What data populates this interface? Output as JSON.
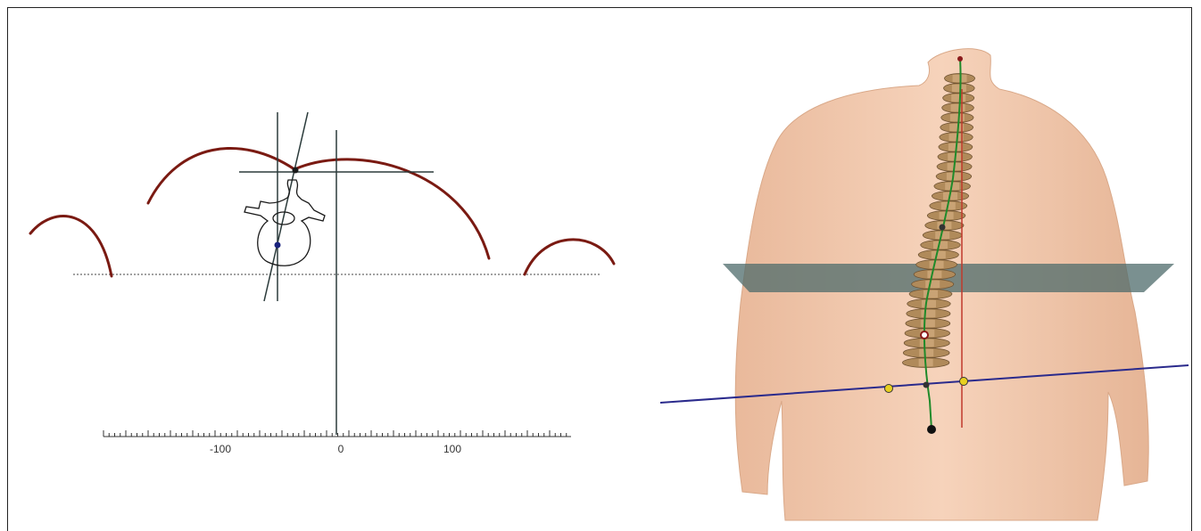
{
  "cross_section": {
    "scale_ticks": [
      {
        "label": "-100"
      },
      {
        "label": "0"
      },
      {
        "label": "100"
      }
    ]
  },
  "colors": {
    "contour": "#7a1a12",
    "axis": "#2b3b3b",
    "torso": "#f2c9ad",
    "spine": "#b08a5a",
    "plane": "#5a7a7a",
    "pelvic_line": "#2a2a8c",
    "spine_line": "#1f8a2a",
    "vertical_ref": "#c0392b",
    "landmark": "#e8d020"
  }
}
